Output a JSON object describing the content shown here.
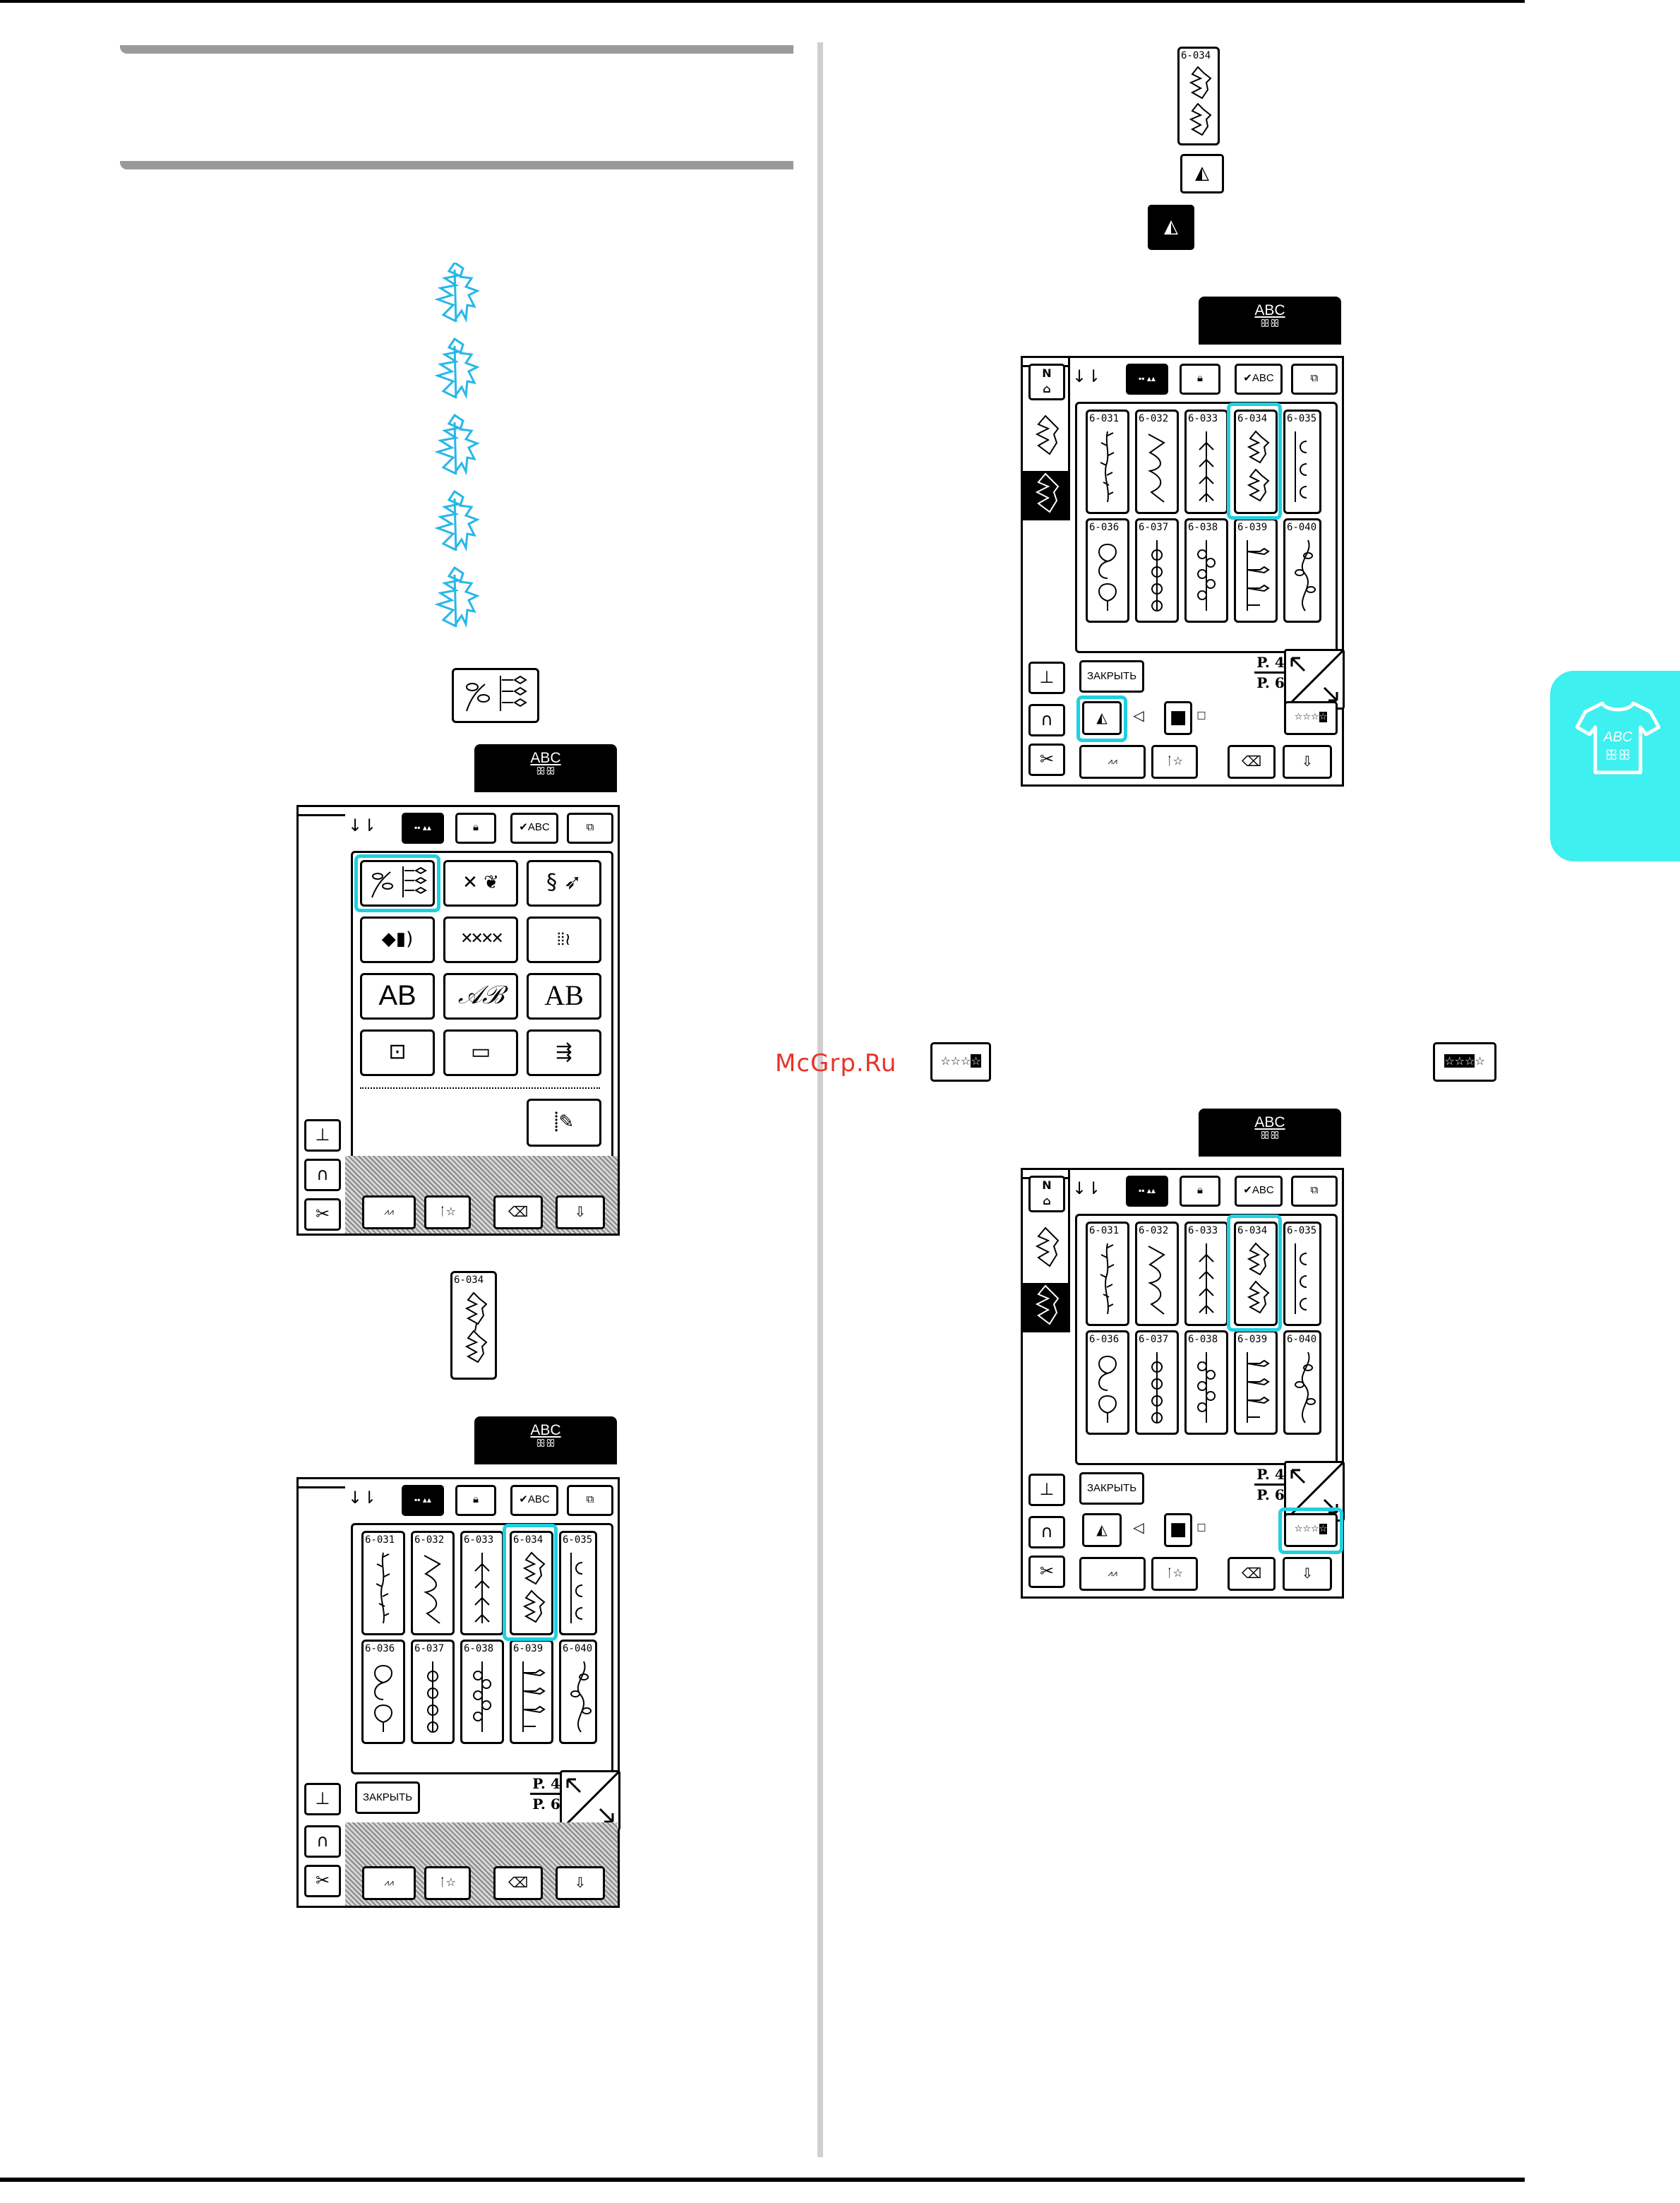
{
  "watermark": "McGrp.Ru",
  "header_label": "ABC",
  "close_label": "ЗАКРЫТЬ",
  "page_current": "P. 4",
  "page_total": "P. 6",
  "abc_button": "✔ABC",
  "thumbnail_pattern_number": "6-034",
  "pattern_numbers_row1": [
    "6-031",
    "6-032",
    "6-033",
    "6-034",
    "6-035"
  ],
  "pattern_numbers_row2": [
    "6-036",
    "6-037",
    "6-038",
    "6-039",
    "6-040"
  ],
  "category_buttons": {
    "row3": [
      "AB",
      "𝒜ℬ",
      "AB"
    ]
  },
  "icons": {
    "stitch": "leaf-stitch-icon",
    "mirror": "mirror-icon",
    "repeat": "repeat-stars-icon",
    "tshirt": "tshirt-icon"
  },
  "colors": {
    "highlight": "#20d0e0",
    "tab": "#3ef0f0",
    "stitch": "#27b7e8",
    "watermark": "#e8332a"
  }
}
